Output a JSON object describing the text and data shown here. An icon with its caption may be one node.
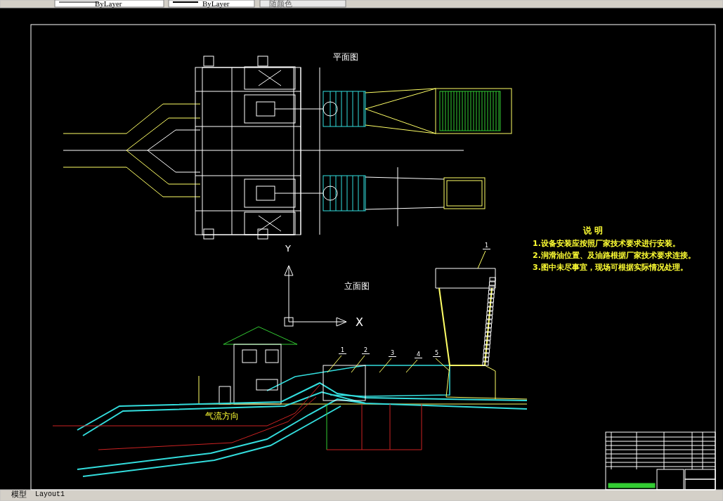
{
  "diagram": {
    "nodes": [
      {
        "text": [
          "1"
        ]
      },
      {
        "text": [
          "1"
        ]
      },
      {
        "text": [
          "2"
        ]
      },
      {
        "text": [
          "3"
        ]
      },
      {
        "text": [
          "4"
        ]
      },
      {
        "text": [
          "5"
        ]
      }
    ],
    "edges": [
      {
        "from": 0,
        "to": null,
        "arrow": "none"
      },
      {
        "from": 1,
        "to": null,
        "arrow": "none"
      },
      {
        "from": 2,
        "to": null,
        "arrow": "none"
      },
      {
        "from": 3,
        "to": null,
        "arrow": "none"
      },
      {
        "from": 4,
        "to": null,
        "arrow": "none"
      },
      {
        "from": 5,
        "to": null,
        "arrow": "none"
      }
    ],
    "labels": [
      "ByLayer",
      "ByLayer",
      "随颜色",
      "平面图",
      "说 明",
      "1.设备安装应按照厂家技术要求进行安装。",
      "2.润滑油位置、及油路根据厂家技术要求连接。",
      "3.图中未尽事宜，现场可根据实际情况处理。",
      "Y",
      "立面图",
      "X",
      "气流方向",
      "模型",
      "Layout1"
    ]
  }
}
